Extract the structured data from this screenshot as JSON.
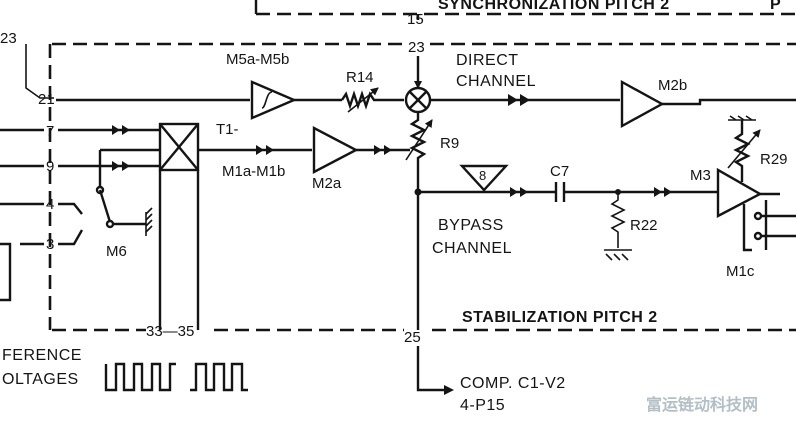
{
  "colors": {
    "ink": "#141414",
    "paper": "#ffffff",
    "watermark": "#b3bfc7"
  },
  "header": {
    "synchronization": "SYNCHRONIZATION PITCH 2",
    "partial_p": "P",
    "label_23_left": "23"
  },
  "connectors": {
    "c15": "15",
    "c23": "23",
    "c21": "21",
    "c7": "7",
    "c9": "9",
    "c4": "4",
    "c3": "3",
    "c33_35": "33—35",
    "c25": "25"
  },
  "components": {
    "m5": "M5a-M5b",
    "r14": "R14",
    "t1": "T1-",
    "m1ab": "M1a-M1b",
    "m2a": "M2a",
    "r9": "R9",
    "m6": "M6",
    "m2b": "M2b",
    "c7": "C7",
    "r22": "R22",
    "m3": "M3",
    "r29": "R29",
    "m1c": "M1c",
    "eight": "8"
  },
  "channels": {
    "direct_1": "DIRECT",
    "direct_2": "CHANNEL",
    "bypass_1": "BYPASS",
    "bypass_2": "CHANNEL"
  },
  "stabilization": "STABILIZATION PITCH 2",
  "reference": {
    "line1": "FERENCE",
    "line2": "OLTAGES"
  },
  "comp": {
    "line1": "COMP. C1-V2",
    "line2": "4-P15"
  },
  "watermark": "富运链动科技网",
  "icons": [
    "modulator-cross-icon",
    "triangle-amplifier-icon",
    "resistor-icon",
    "capacitor-icon",
    "ground-icon",
    "switch-icon",
    "arrow-icon"
  ]
}
